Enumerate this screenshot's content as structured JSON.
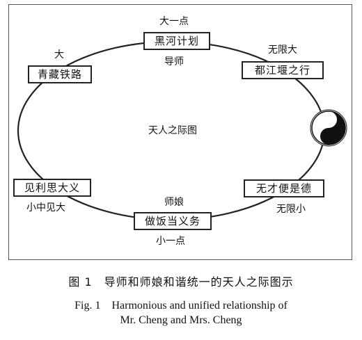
{
  "diagram": {
    "center_label": "天人之际图",
    "nodes": {
      "top": "黑河计划",
      "top_left": "青藏铁路",
      "top_right": "都江堰之行",
      "bottom_left": "见利思大义",
      "bottom_right": "无才便是德",
      "bottom": "做饭当义务"
    },
    "labels": {
      "top_above": "大一点",
      "top_below": "导师",
      "top_left_above": "大",
      "top_right_above": "无限大",
      "bottom_left_below": "小中见大",
      "bottom_right_below": "无限小",
      "bottom_above": "师娘",
      "bottom_below": "小一点"
    },
    "icon": "yin-yang-icon"
  },
  "caption": {
    "cn": "图 1　导师和师娘和谐统一的天人之际图示",
    "en_line1": "Fig. 1　Harmonious and unified relationship of",
    "en_line2": "Mr. Cheng and Mrs. Cheng"
  }
}
